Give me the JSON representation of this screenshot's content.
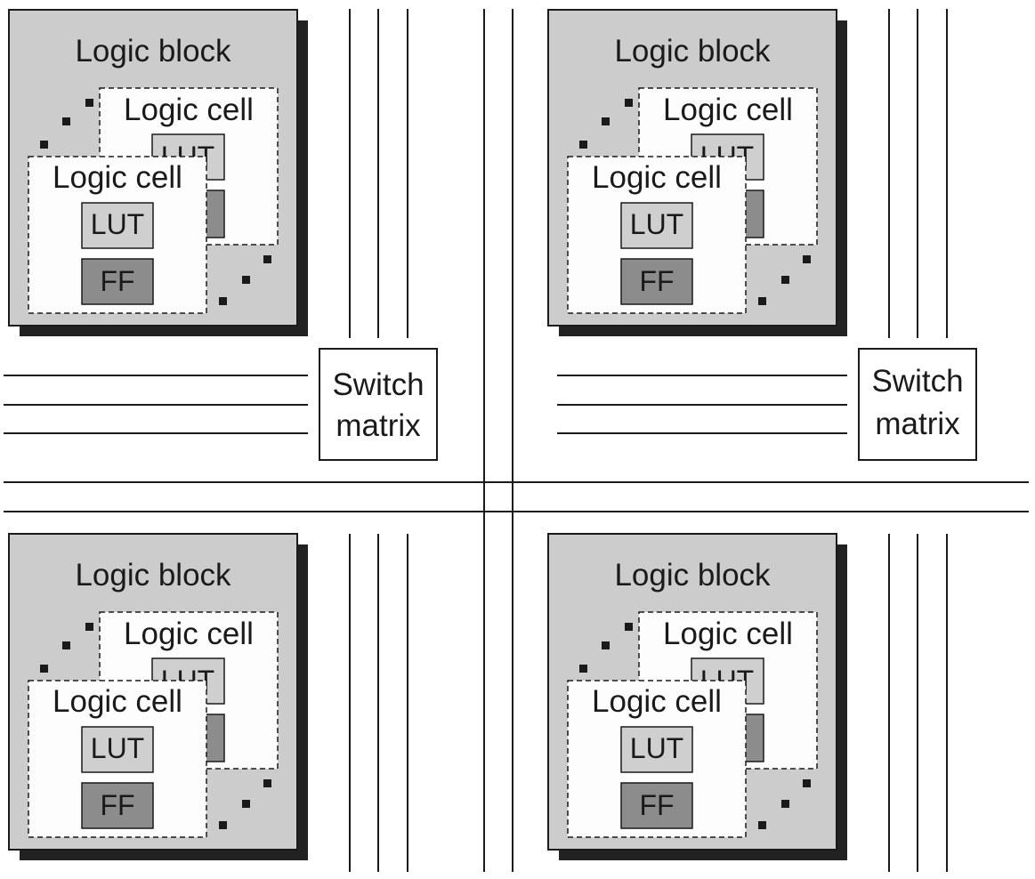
{
  "blocks": [
    {
      "title": "Logic block",
      "cell_back": "Logic cell",
      "cell_back_lut": "LUT",
      "cell_front": "Logic cell",
      "lut": "LUT",
      "ff": "FF"
    },
    {
      "title": "Logic block",
      "cell_back": "Logic cell",
      "cell_back_lut": "LUT",
      "cell_front": "Logic cell",
      "lut": "LUT",
      "ff": "FF"
    },
    {
      "title": "Logic block",
      "cell_back": "Logic cell",
      "cell_back_lut": "LUT",
      "cell_front": "Logic cell",
      "lut": "LUT",
      "ff": "FF"
    },
    {
      "title": "Logic block",
      "cell_back": "Logic cell",
      "cell_back_lut": "LUT",
      "cell_front": "Logic cell",
      "lut": "LUT",
      "ff": "FF"
    }
  ],
  "switches": [
    {
      "line1": "Switch",
      "line2": "matrix"
    },
    {
      "line1": "Switch",
      "line2": "matrix"
    }
  ],
  "colors": {
    "block_fill": "#cccccc",
    "shadow": "#222222",
    "cell_fill": "#fdfdfd",
    "lut_fill": "#cfcfcf",
    "ff_fill": "#8c8c8c",
    "line": "#1a1a1a"
  }
}
